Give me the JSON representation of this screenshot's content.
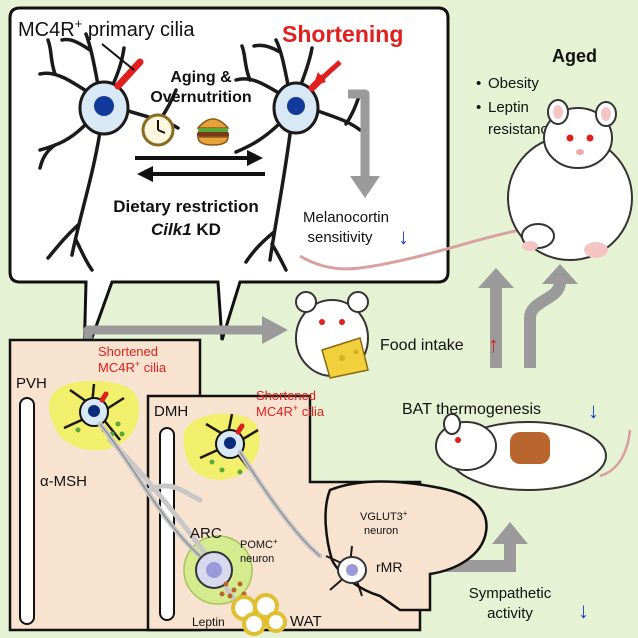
{
  "callout": {
    "cilia_label_main": "MC4R",
    "cilia_label_sup": "+",
    "cilia_label_rest": " primary cilia",
    "shortening": "Shortening",
    "aging_line1": "Aging &",
    "aging_line2": "Overnutrition",
    "restriction_line1": "Dietary restriction",
    "restriction_line2": "Cilk1",
    "restriction_line2b": " KD",
    "melano_line1": "Melanocortin",
    "melano_line2": "sensitivity",
    "down_arrow": "↓"
  },
  "aged": {
    "title": "Aged",
    "bullet": "•",
    "item1": "Obesity",
    "item2_line1": "Leptin",
    "item2_line2": "resistance"
  },
  "effects": {
    "food_intake": "Food intake",
    "up_arrow": "↑",
    "bat": "BAT thermogenesis",
    "down_arrow": "↓",
    "symp_line1": "Sympathetic",
    "symp_line2": "activity"
  },
  "brain": {
    "pvh": "PVH",
    "dmh": "DMH",
    "arc": "ARC",
    "pvh_cilia_line1": "Shortened",
    "pvh_cilia_line2": "MC4R",
    "pvh_cilia_sup": "+",
    "pvh_cilia_rest": " cilia",
    "dmh_cilia_line1": "Shortened",
    "dmh_cilia_line2": "MC4R",
    "dmh_cilia_sup": "+",
    "dmh_cilia_rest": " cilia",
    "msh": "α-MSH",
    "pomc_line1": "POMC",
    "pomc_sup": "+",
    "pomc_line2": "neuron",
    "leptin": "Leptin",
    "wat": "WAT",
    "vglut_line1": "VGLUT3",
    "vglut_sup": "+",
    "vglut_line2": "neuron",
    "rmr": "rMR"
  },
  "colors": {
    "background": "#e6f2d4",
    "tissue": "#f7e3d0",
    "neuron_body": "#d8e8f4",
    "nucleus": "#123a9a",
    "nucleus_inner": "#0a2a7a",
    "cilia_red": "#e0201e",
    "gray_arrow": "#9a9a9a",
    "yellow_region": "#f2ef6c",
    "green_region": "#d6ea8e",
    "fat_yellow": "#f2d03c",
    "bat_brown": "#b8652e",
    "blue_arrow": "#1a3fd6"
  }
}
